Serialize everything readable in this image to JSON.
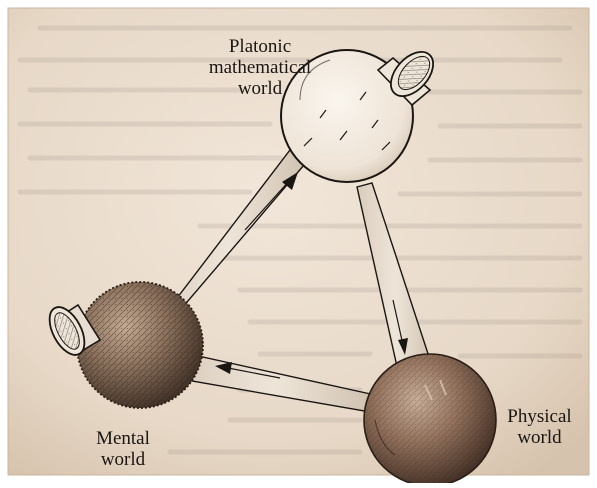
{
  "labels": {
    "platonic_line1": "Platonic",
    "platonic_line2": "mathematical",
    "platonic_line3": "world",
    "mental_line1": "Mental",
    "mental_line2": "world",
    "physical_line1": "Physical",
    "physical_line2": "world"
  },
  "colors": {
    "paper": "#ece0d2",
    "paper_edge": "#c9b6a0",
    "background_text": "#a0938a",
    "ink": "#1a1612",
    "sphere_fill": "#f3ece2",
    "mental_sphere": "#7d6350",
    "physical_sphere": "#8a6a56",
    "cone_fill": "#e6dccf"
  },
  "spheres": [
    {
      "name": "platonic-mathematical-world",
      "style": "glass"
    },
    {
      "name": "mental-world",
      "style": "fuzzy"
    },
    {
      "name": "physical-world",
      "style": "shaded"
    }
  ]
}
